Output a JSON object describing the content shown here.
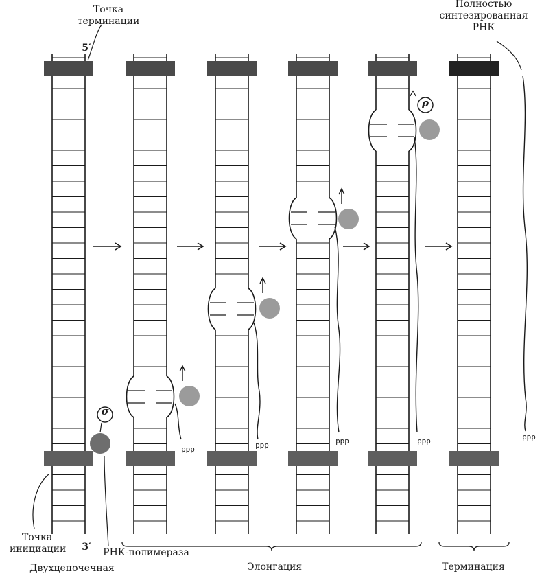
{
  "labels": {
    "termination_point": [
      "Точка",
      "терминации"
    ],
    "full_rna": [
      "Полностью",
      "синтезированная",
      "РНК"
    ],
    "five_prime": "5′",
    "three_prime": "3′",
    "initiation_point": [
      "Точка",
      "инициации"
    ],
    "rna_polymerase": "РНК-полимераза",
    "double_strand": "Двухцепочечная",
    "elongation": "Элонгация",
    "termination": "Терминация",
    "ppp": "ppp",
    "sigma": "σ",
    "rho": "ρ"
  },
  "colors": {
    "terminator_band": "#4a4a4a",
    "terminator_band_final": "#222222",
    "promoter_band": "#5e5e5e",
    "polymerase": "#8a8a8a",
    "line": "#1a1a1a"
  }
}
